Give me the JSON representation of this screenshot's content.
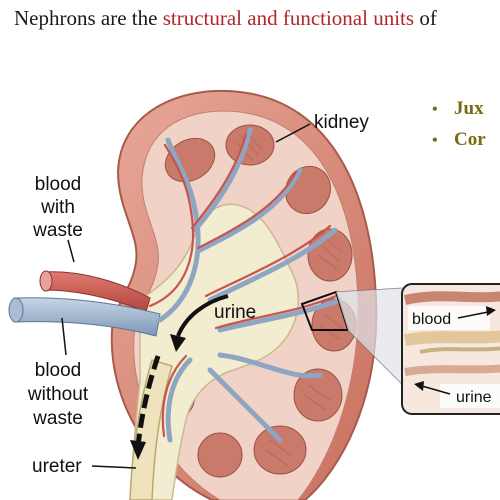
{
  "heading": {
    "prefix": "Nephrons are the ",
    "accent": "structural and functional units",
    "suffix": " of"
  },
  "bullets": [
    "Jux",
    "Cor"
  ],
  "labels": {
    "kidney": "kidney",
    "blood_with_waste": [
      "blood",
      "with",
      "waste"
    ],
    "blood_without_waste": [
      "blood",
      "without",
      "waste"
    ],
    "urine": "urine",
    "ureter": "ureter",
    "inset_blood": "blood",
    "inset_urine": "urine"
  },
  "colors": {
    "accent_red": "#b32626",
    "bullet_gold": "#7b6a14",
    "artery": "#c9534f",
    "vein": "#9fb3cc",
    "pyramid": "#c97a6a",
    "pelvis": "#f2ecd0",
    "capsule": "#d98b7a"
  }
}
